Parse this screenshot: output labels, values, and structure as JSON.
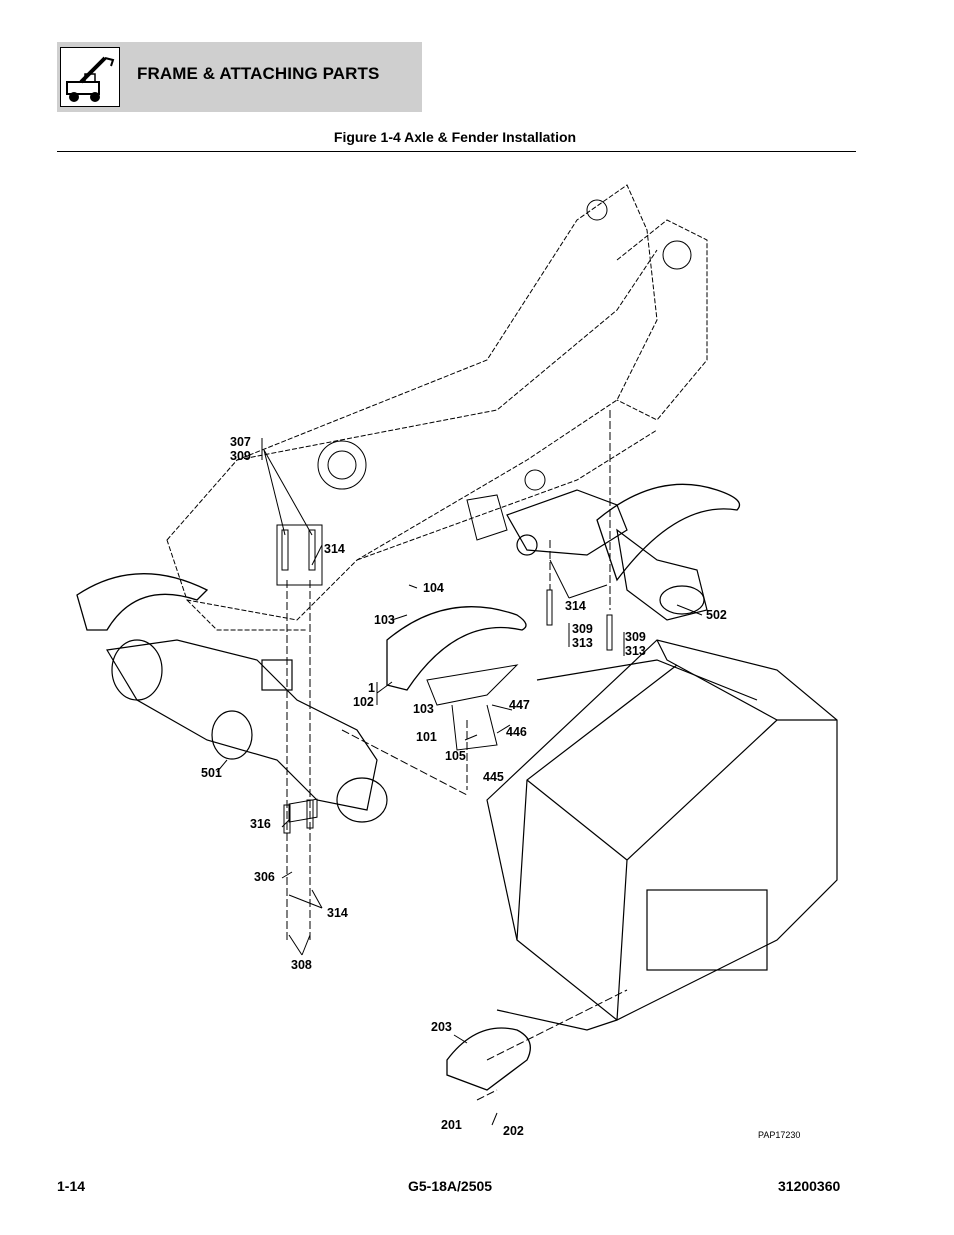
{
  "header": {
    "section_title": "FRAME & ATTACHING PARTS",
    "section_icon": "telehandler-icon"
  },
  "figure": {
    "title": "Figure 1-4 Axle & Fender Installation",
    "drawing_code": "PAP17230",
    "callouts": {
      "c307": "307",
      "c309a": "309",
      "c314a": "314",
      "c104": "104",
      "c103a": "103",
      "c1": "1",
      "c102": "102",
      "c103b": "103",
      "c101": "101",
      "c105": "105",
      "c447": "447",
      "c446": "446",
      "c445": "445",
      "c314b": "314",
      "c309b": "309",
      "c313a": "313",
      "c309c": "309",
      "c313b": "313",
      "c502": "502",
      "c501": "501",
      "c316": "316",
      "c306": "306",
      "c314c": "314",
      "c308": "308",
      "c203": "203",
      "c201": "201",
      "c202": "202"
    }
  },
  "footer": {
    "page_number": "1-14",
    "model": "G5-18A/2505",
    "doc_number": "31200360"
  }
}
